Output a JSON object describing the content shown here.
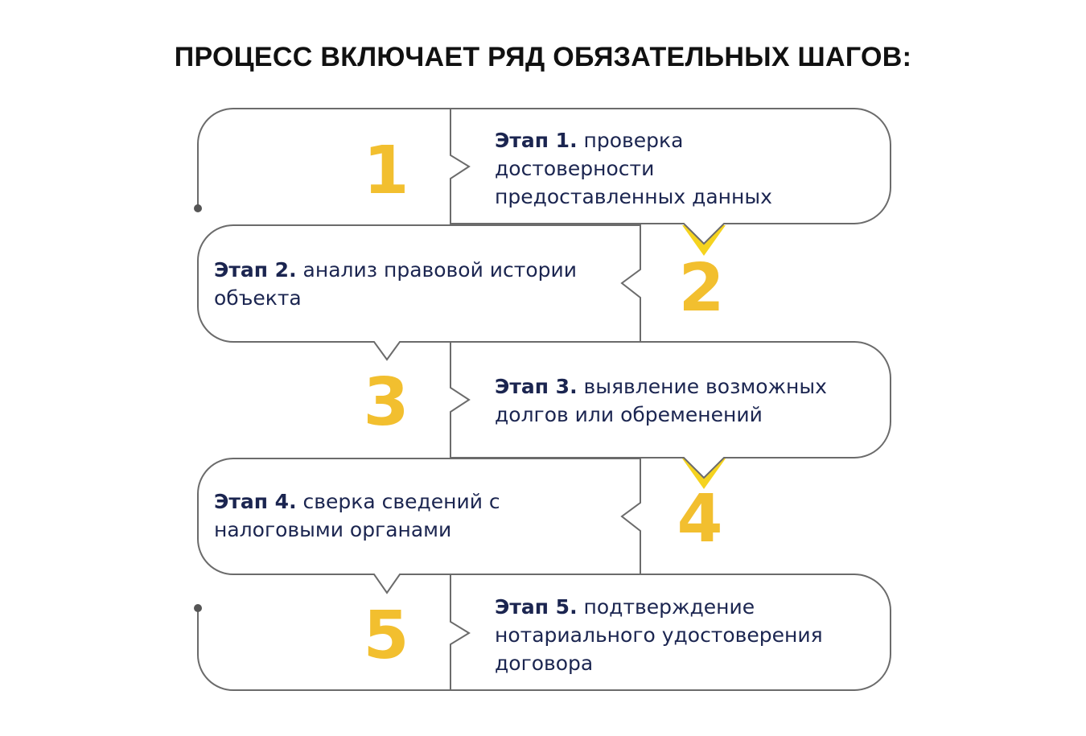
{
  "title": "ПРОЦЕСС ВКЛЮЧАЕТ РЯД ОБЯЗАТЕЛЬНЫХ ШАГОВ:",
  "colors": {
    "accent": "#f2bf2f",
    "chevron": "#f5d31f",
    "text": "#1b2550",
    "outline": "#6b6b6b"
  },
  "steps": [
    {
      "number": "1",
      "label": "Этап 1.",
      "text": " проверка достоверности предоставленных данных"
    },
    {
      "number": "2",
      "label": "Этап 2.",
      "text": " анализ правовой истории объекта"
    },
    {
      "number": "3",
      "label": "Этап 3.",
      "text": " выявление возможных долгов или обременений"
    },
    {
      "number": "4",
      "label": "Этап 4.",
      "text": " сверка сведений с налоговыми органами"
    },
    {
      "number": "5",
      "label": "Этап 5.",
      "text": " подтверждение нотариального удостоверения договора"
    }
  ]
}
